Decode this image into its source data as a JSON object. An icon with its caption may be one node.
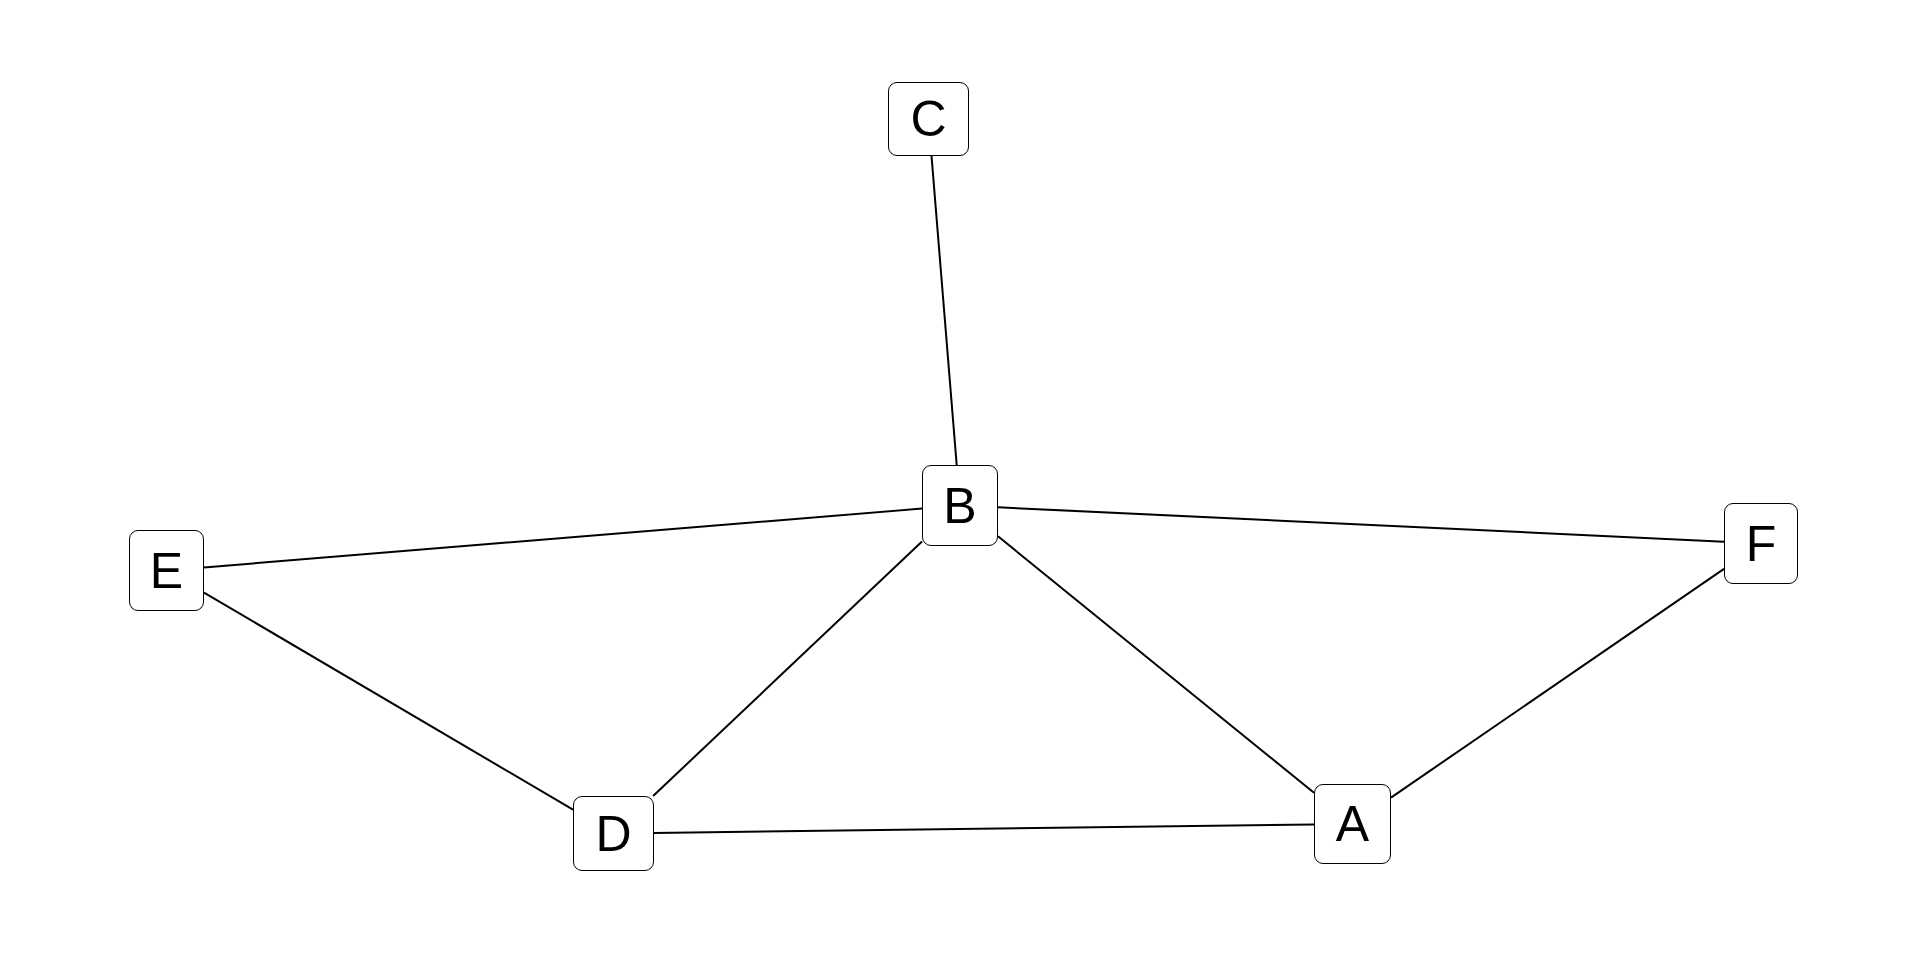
{
  "diagram": {
    "nodes": [
      {
        "text": [
          "C"
        ]
      },
      {
        "text": [
          "B"
        ]
      },
      {
        "text": [
          "E"
        ]
      },
      {
        "text": [
          "F"
        ]
      },
      {
        "text": [
          "D"
        ]
      },
      {
        "text": [
          "A"
        ]
      }
    ],
    "edges": [
      {
        "from": 0,
        "to": 1,
        "arrow": "none"
      },
      {
        "from": 2,
        "to": 1,
        "arrow": "none"
      },
      {
        "from": 1,
        "to": 3,
        "arrow": "none"
      },
      {
        "from": 1,
        "to": 4,
        "arrow": "none"
      },
      {
        "from": 1,
        "to": 5,
        "arrow": "none"
      },
      {
        "from": 2,
        "to": 4,
        "arrow": "none"
      },
      {
        "from": 4,
        "to": 5,
        "arrow": "none"
      },
      {
        "from": 5,
        "to": 3,
        "arrow": "none"
      }
    ]
  }
}
